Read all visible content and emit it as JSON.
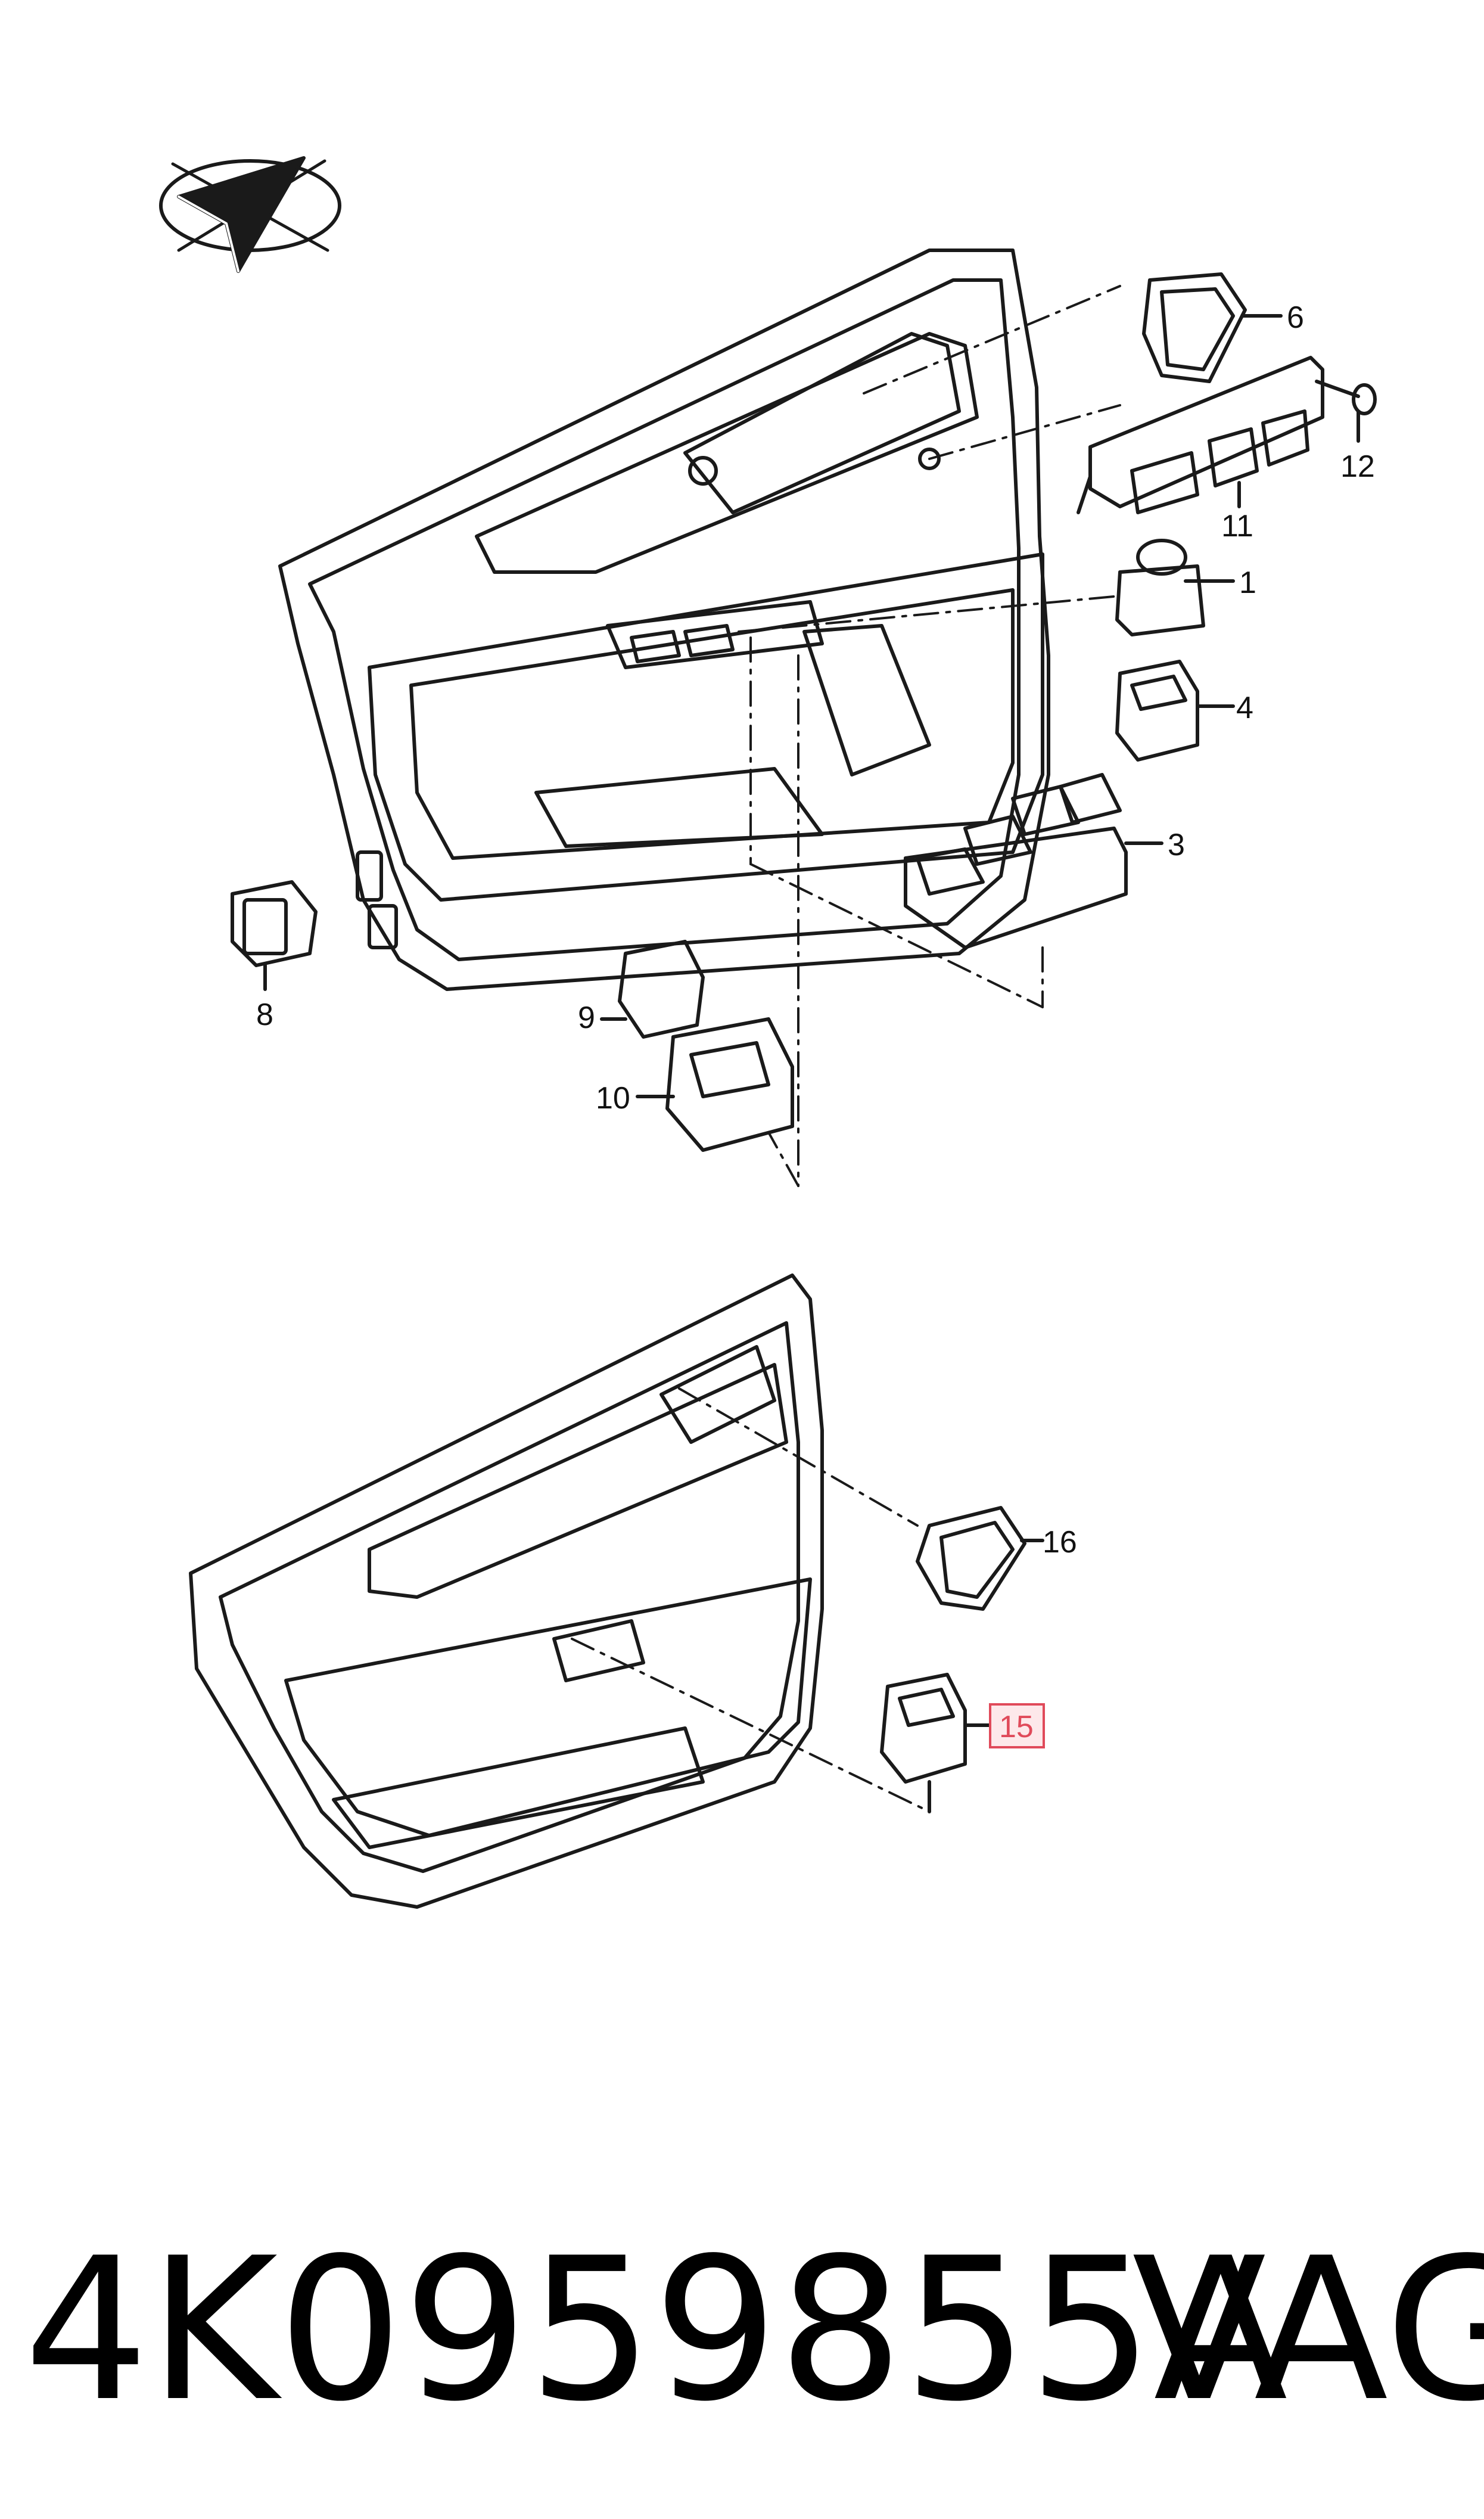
{
  "diagram": {
    "callouts": [
      "6",
      "12",
      "11",
      "1",
      "4",
      "3",
      "8",
      "9",
      "10",
      "16",
      "15"
    ],
    "highlighted_callout": "15"
  },
  "caption": {
    "part_number": "4K0959855A",
    "brand": "VAG"
  },
  "colors": {
    "line": "#1a1a1a",
    "highlight": "#e04a5a",
    "highlight_fill": "#fde8ea"
  }
}
